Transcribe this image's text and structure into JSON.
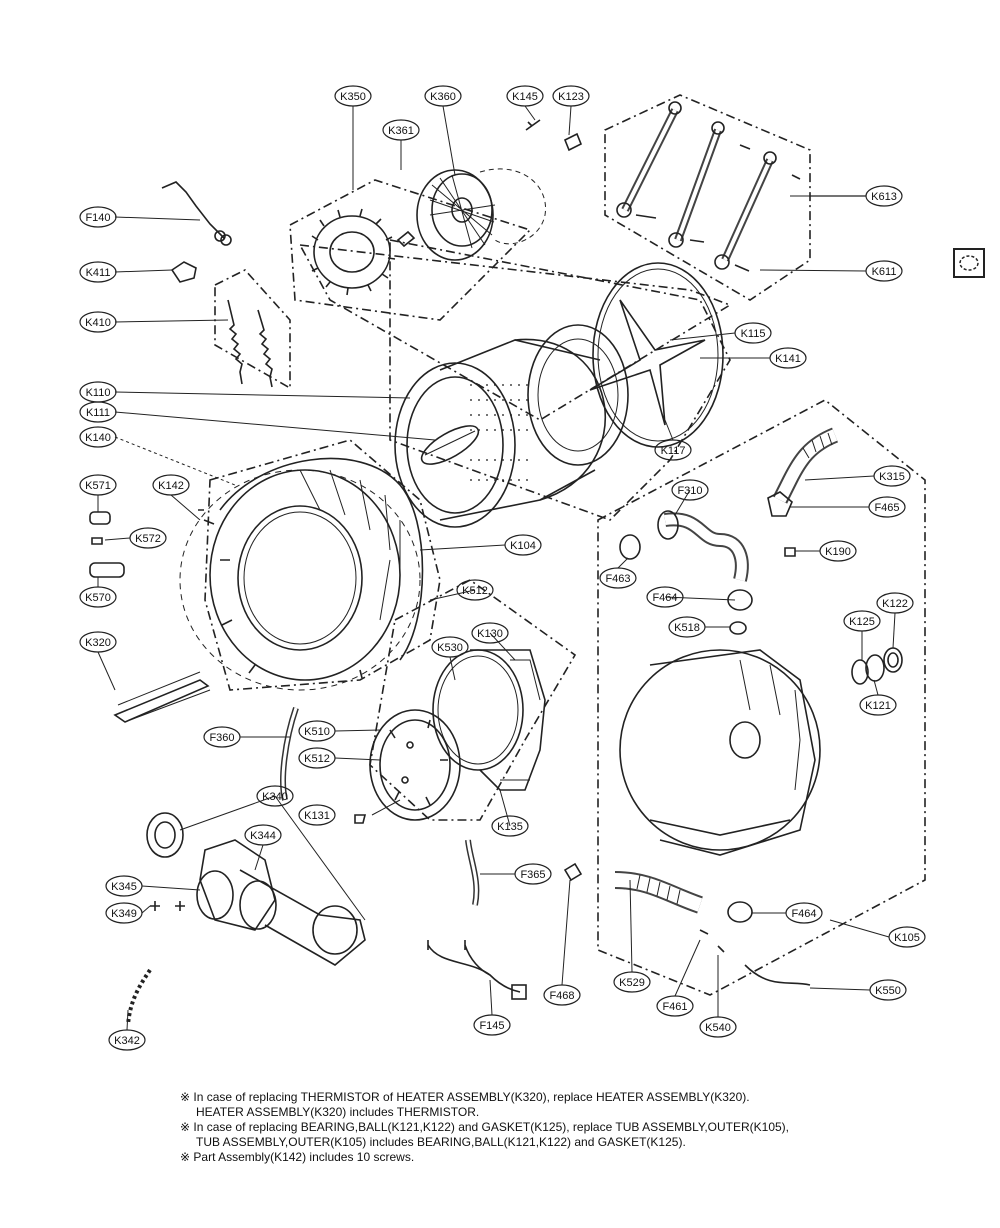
{
  "callouts": {
    "K350": "K350",
    "K360": "K360",
    "K361": "K361",
    "K145": "K145",
    "K123": "K123",
    "F140": "F140",
    "K411": "K411",
    "K410": "K410",
    "K613": "K613",
    "K611": "K611",
    "K115": "K115",
    "K141": "K141",
    "K110": "K110",
    "K111": "K111",
    "K140": "K140",
    "K117": "K117",
    "K571": "K571",
    "K142": "K142",
    "K572": "K572",
    "K570": "K570",
    "K104": "K104",
    "K320": "K320",
    "K512": "K512",
    "K530": "K530",
    "K130": "K130",
    "F360": "F360",
    "K510": "K510",
    "K512b": "K512",
    "K131": "K131",
    "K135": "K135",
    "K340": "K340",
    "K344": "K344",
    "K345": "K345",
    "K349": "K349",
    "K342": "K342",
    "F365": "F365",
    "F468": "F468",
    "F145": "F145",
    "F310": "F310",
    "F463": "F463",
    "F464": "F464",
    "K518": "K518",
    "K315": "K315",
    "F465": "F465",
    "K190": "K190",
    "K125": "K125",
    "K122": "K122",
    "K121": "K121",
    "K529": "K529",
    "F461": "F461",
    "K540": "K540",
    "F464b": "F464",
    "K105": "K105",
    "K550": "K550"
  },
  "notes": [
    "※ In case of replacing THERMISTOR of HEATER ASSEMBLY(K320), replace HEATER ASSEMBLY(K320).",
    "HEATER ASSEMBLY(K320) includes THERMISTOR.",
    "※ In case of replacing BEARING,BALL(K121,K122) and GASKET(K125), replace TUB ASSEMBLY,OUTER(K105),",
    "TUB ASSEMBLY,OUTER(K105) includes BEARING,BALL(K121,K122) and GASKET(K125).",
    "※ Part Assembly(K142) includes 10 screws."
  ]
}
